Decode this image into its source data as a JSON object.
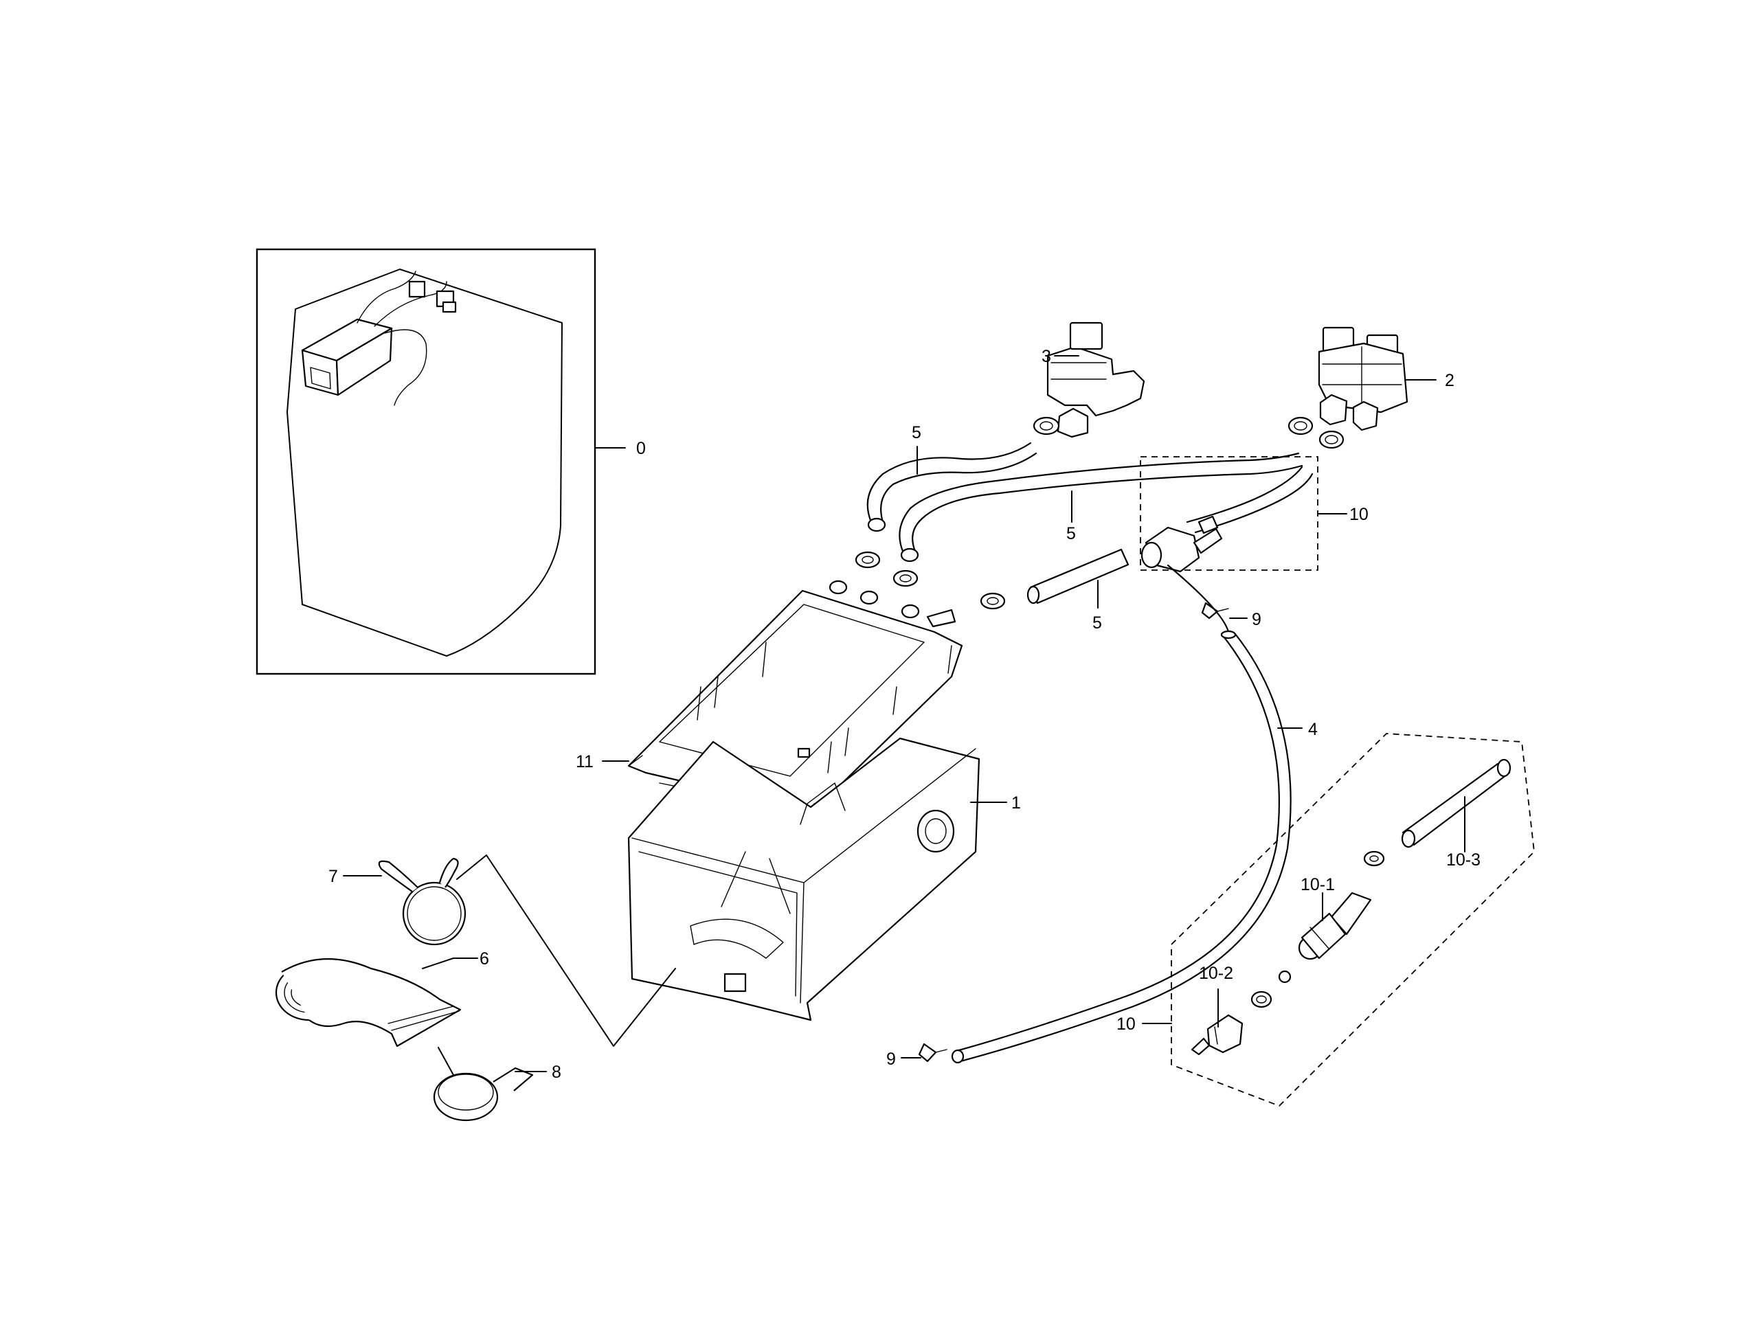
{
  "callouts": {
    "c0": "0",
    "c1": "1",
    "c2": "2",
    "c3": "3",
    "c4": "4",
    "c5a": "5",
    "c5b": "5",
    "c5c": "5",
    "c6": "6",
    "c7": "7",
    "c8": "8",
    "c9a": "9",
    "c9b": "9",
    "c10a": "10",
    "c10b": "10",
    "c10_1": "10-1",
    "c10_2": "10-2",
    "c10_3": "10-3",
    "c11": "11"
  }
}
